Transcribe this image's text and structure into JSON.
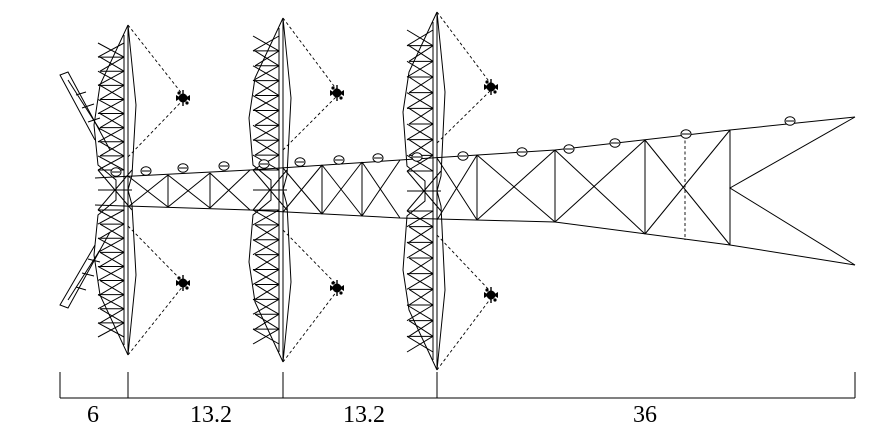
{
  "dimension_labels": [
    "6",
    "13.2",
    "13.2",
    "36"
  ],
  "colors": {
    "ink": "#000000",
    "background": "#ffffff"
  },
  "icons": {
    "tower": "lattice-tower-icon",
    "insulator": "suspension-insulator-icon",
    "fitting": "spacer-fitting-icon"
  }
}
